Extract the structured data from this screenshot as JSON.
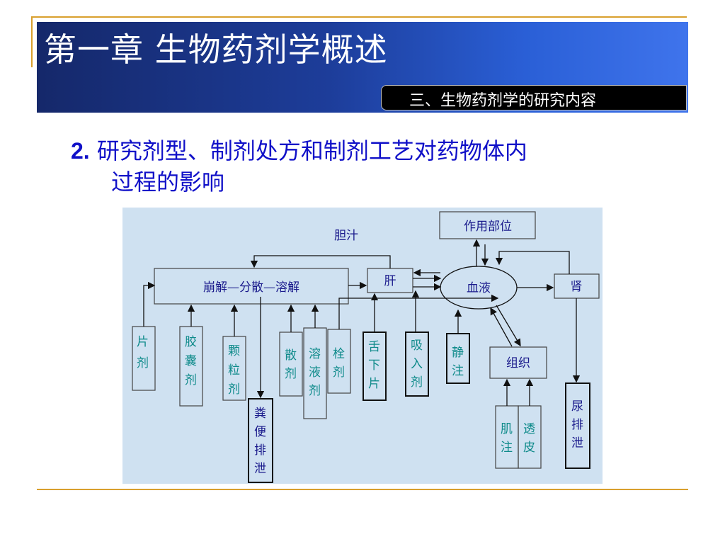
{
  "slide": {
    "title": "第一章  生物药剂学概述",
    "subtitle": "三、生物药剂学的研究内容",
    "heading_number": "2.",
    "heading_line1": "研究剂型、制剂处方和制剂工艺对药物体内",
    "heading_line2": "过程的影响"
  },
  "diagram": {
    "bile": "胆汁",
    "site_of_action": "作用部位",
    "disintegration": "崩解—分散—溶解",
    "liver": "肝",
    "blood": "血液",
    "kidney": "肾",
    "tissue": "组织",
    "dosage_forms": [
      "片剂",
      "胶囊剂",
      "颗粒剂",
      "散剂",
      "溶液剂",
      "栓剂",
      "舌下片",
      "吸入剂",
      "静注",
      "肌注",
      "透皮"
    ],
    "fecal_excretion": "粪便排泄",
    "urine_excretion": "尿排泄"
  }
}
